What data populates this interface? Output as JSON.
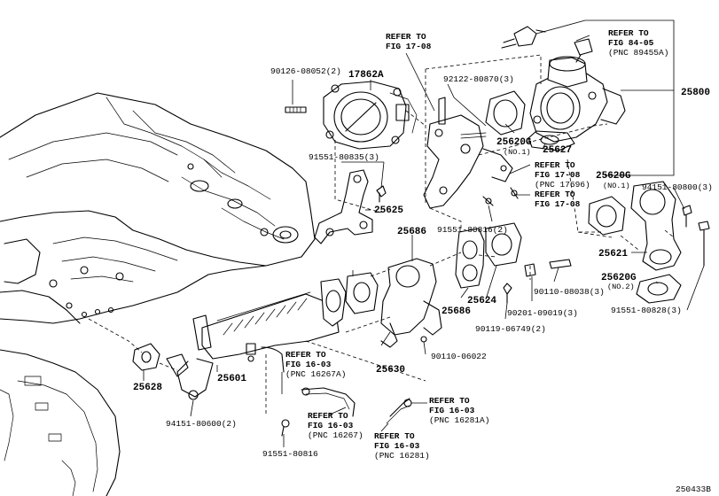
{
  "parts": {
    "p90126": "90126-08052(2)",
    "p17862A": "17862A",
    "p91551_835": "91551-80835(3)",
    "p25625": "25625",
    "p92122": "92122-80870(3)",
    "p25620G_top": "25620G",
    "p25620G_top_sub": "(NO.1)",
    "p25627": "25627",
    "p25800": "25800",
    "p25620G_right": "25620G",
    "p25620G_right_sub": "(NO.1)",
    "p94151_800": "94151-80800(3)",
    "p91551_816_2": "91551-80816(2)",
    "p25621": "25621",
    "p25620G_no2": "25620G",
    "p25620G_no2_sub": "(NO.2)",
    "p91551_828": "91551-80828(3)",
    "p25686_a": "25686",
    "p25686_b": "25686",
    "p25624": "25624",
    "p90110_038": "90110-08038(3)",
    "p90201": "90201-09019(3)",
    "p90119": "90119-06749(2)",
    "p90110_022": "90110-06022",
    "p25630": "25630",
    "p25628": "25628",
    "p25601": "25601",
    "p94151_600": "94151-80600(2)",
    "p91551_816": "91551-80816"
  },
  "refs": {
    "r_top": [
      "REFER TO",
      "FIG 17-08"
    ],
    "r_84": [
      "REFER TO",
      "FIG 84-05",
      "(PNC 89455A)"
    ],
    "r_17696": [
      "REFER TO",
      "FIG 17-08",
      "(PNC 17696)"
    ],
    "r_1708b": [
      "REFER TO",
      "FIG 17-08"
    ],
    "r_16267A": [
      "REFER TO",
      "FIG 16-03",
      "(PNC 16267A)"
    ],
    "r_16267": [
      "REFER TO",
      "FIG 16-03",
      "(PNC 16267)"
    ],
    "r_16281A": [
      "REFER TO",
      "FIG 16-03",
      "(PNC 16281A)"
    ],
    "r_16281": [
      "REFER TO",
      "FIG 16-03",
      "(PNC 16281)"
    ]
  },
  "diagram_id": "250433B"
}
